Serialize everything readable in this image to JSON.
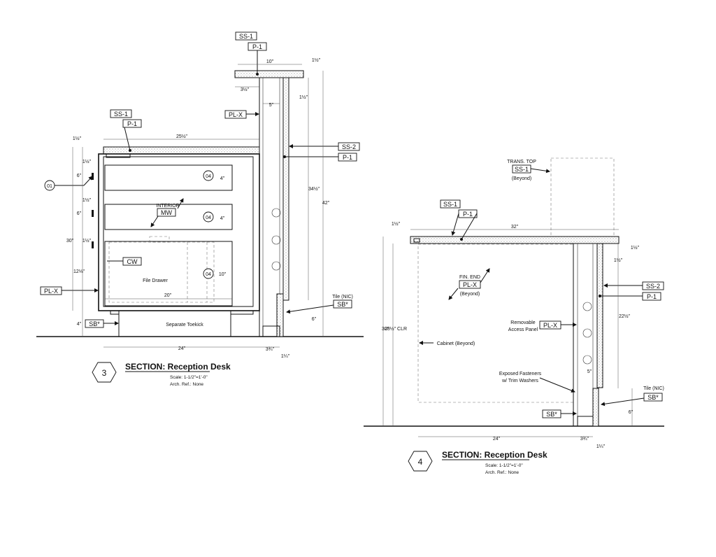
{
  "section3": {
    "number": "3",
    "title": "SECTION: Reception Desk",
    "scale": "Scale: 1-1/2\"=1'-0\"",
    "arch_ref": "Arch. Ref.: None",
    "tags": {
      "ss1_top": "SS-1",
      "p1_top": "P-1",
      "plx_top": "PL-X",
      "ss1_counter": "SS-1",
      "p1_counter": "P-1",
      "ss2": "SS-2",
      "p1_right": "P-1",
      "mw": "MW",
      "cw": "CW",
      "plx_left": "PL-X",
      "sb_left": "SB*",
      "sb_right": "SB*"
    },
    "callouts": {
      "c01": "01",
      "c04a": "04",
      "c04b": "04",
      "c04c": "04"
    },
    "labels": {
      "interior": "INTERIOR",
      "file_drawer": "File Drawer",
      "toekick": "Separate Toekick",
      "tile": "Tile (NIC)"
    },
    "dims": {
      "top_width": "10\"",
      "top_thk": "1½\"",
      "top_overhang": "3½\"",
      "top_reveal": "1½\"",
      "post_gap": "5\"",
      "counter_width": "25½\"",
      "counter_thk": "1½\"",
      "d6a": "6\"",
      "d6b": "6\"",
      "d1a": "1½\"",
      "d1b": "1½\"",
      "d1c": "1½\"",
      "d30": "30\"",
      "d12": "12⅛\"",
      "d4": "4\"",
      "d4a": "4\"",
      "d4b": "4\"",
      "d10": "10\"",
      "d20": "20\"",
      "d34": "34½\"",
      "d42": "42\"",
      "d6r": "6\"",
      "d24": "24\"",
      "d3": "3¾\"",
      "d1r": "1¼\""
    }
  },
  "section4": {
    "number": "4",
    "title": "SECTION:  Reception Desk",
    "scale": "Scale: 1-1/2\"=1'-0\"",
    "arch_ref": "Arch. Ref.: None",
    "tags": {
      "ss1_trans": "SS-1",
      "ss1_top": "SS-1",
      "p1_top": "P-1",
      "plx_fin": "PL-X",
      "plx_panel": "PL-X",
      "ss2": "SS-2",
      "p1_right": "P-1",
      "sb_tile": "SB*",
      "sb_left": "SB*"
    },
    "labels": {
      "trans_top": "TRANS. TOP",
      "beyond1": "(Beyond)",
      "fin_end": "FIN. END",
      "beyond2": "(Beyond)",
      "cabinet": "Cabinet (Beyond)",
      "removable": "Removable",
      "access_panel": "Access Panel",
      "fasteners1": "Exposed Fasteners",
      "fasteners2": "w/ Trim Washers",
      "tile": "Tile (NIC)"
    },
    "dims": {
      "d32": "32\"",
      "d1top": "1½\"",
      "d1r": "1½\"",
      "d1r2": "1½\"",
      "d30": "30\"",
      "d28": "28½\" CLR",
      "d22": "22½\"",
      "d5": "5\"",
      "d6": "6\"",
      "d24": "24\"",
      "d3": "3¾\"",
      "d1b": "1¼\""
    }
  }
}
